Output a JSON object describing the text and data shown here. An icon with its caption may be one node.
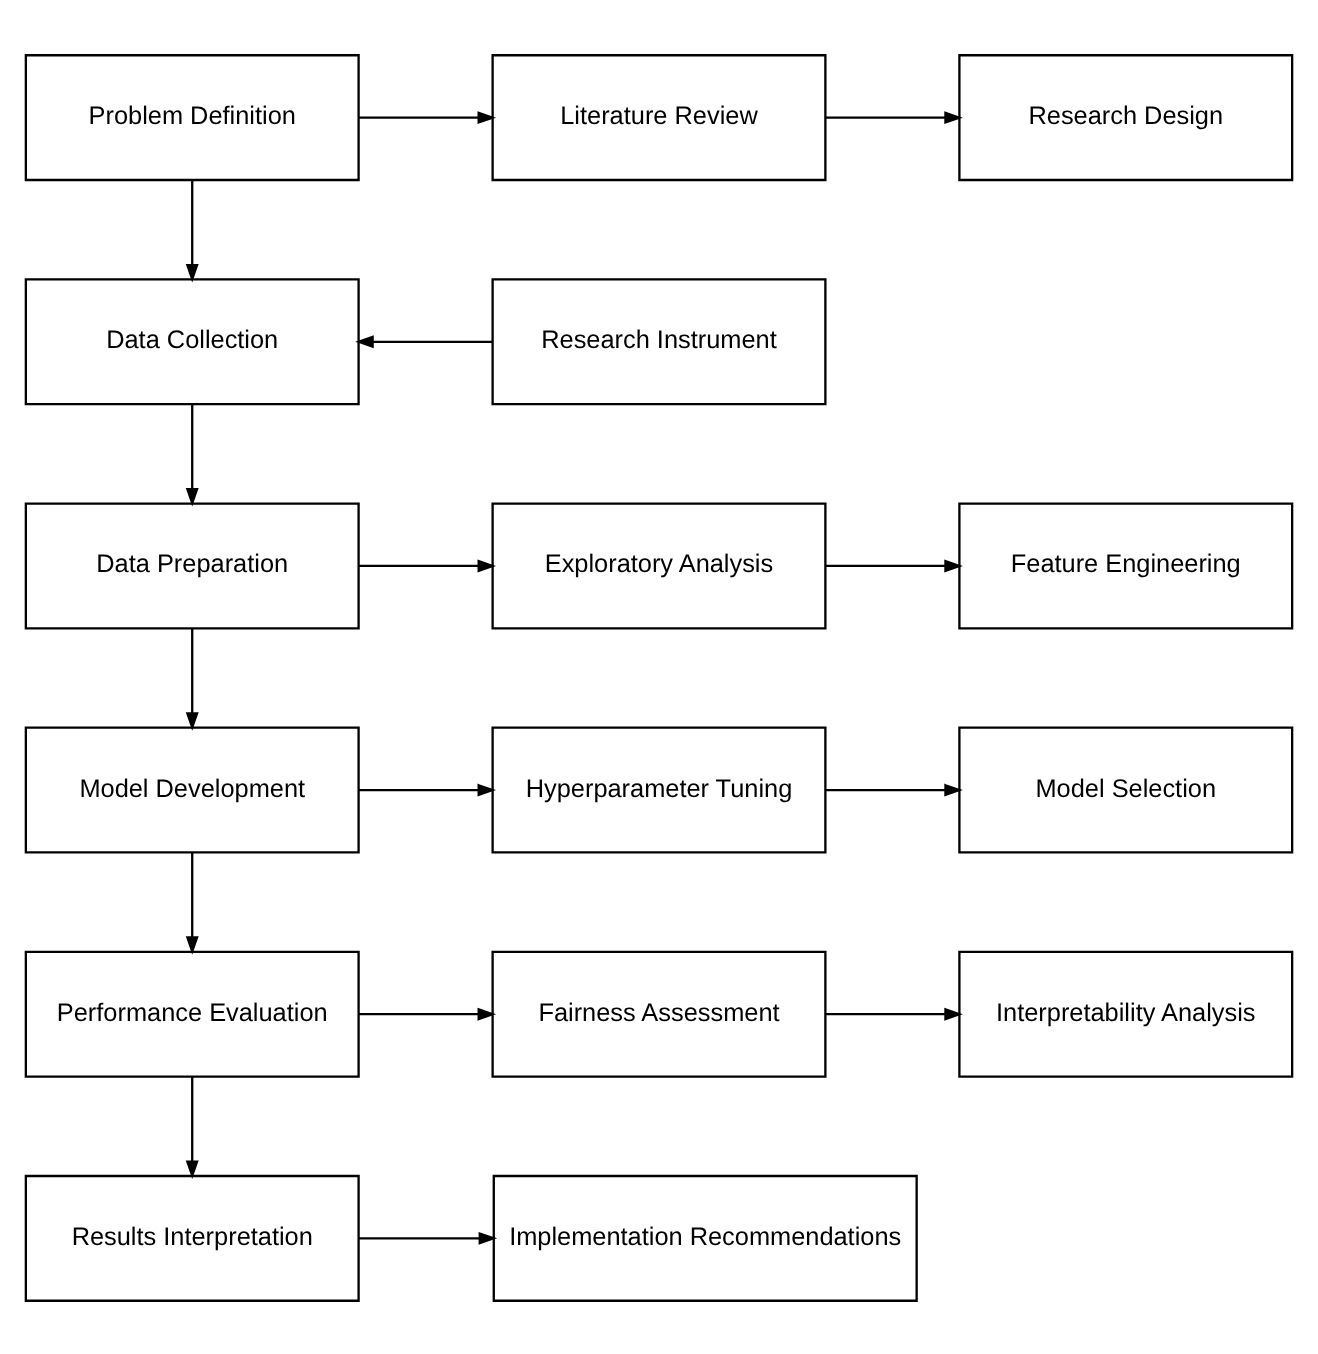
{
  "diagram": {
    "nodes": [
      {
        "text": [
          "Problem Definition"
        ]
      },
      {
        "text": [
          "Literature Review"
        ]
      },
      {
        "text": [
          "Research Design"
        ]
      },
      {
        "text": [
          "Data Collection"
        ]
      },
      {
        "text": [
          "Research Instrument"
        ]
      },
      {
        "text": [
          "Data Preparation"
        ]
      },
      {
        "text": [
          "Exploratory Analysis"
        ]
      },
      {
        "text": [
          "Feature Engineering"
        ]
      },
      {
        "text": [
          "Model Development"
        ]
      },
      {
        "text": [
          "Hyperparameter Tuning"
        ]
      },
      {
        "text": [
          "Model Selection"
        ]
      },
      {
        "text": [
          "Performance Evaluation"
        ]
      },
      {
        "text": [
          "Fairness Assessment"
        ]
      },
      {
        "text": [
          "Interpretability Analysis"
        ]
      },
      {
        "text": [
          "Results Interpretation"
        ]
      },
      {
        "text": [
          "Implementation Recommendations"
        ]
      }
    ],
    "edges": [
      {
        "from": 0,
        "to": 1,
        "arrow": "to"
      },
      {
        "from": 1,
        "to": 2,
        "arrow": "to"
      },
      {
        "from": 0,
        "to": 3,
        "arrow": "to"
      },
      {
        "from": 4,
        "to": 3,
        "arrow": "to"
      },
      {
        "from": 3,
        "to": 5,
        "arrow": "to"
      },
      {
        "from": 5,
        "to": 6,
        "arrow": "to"
      },
      {
        "from": 6,
        "to": 7,
        "arrow": "to"
      },
      {
        "from": 5,
        "to": 8,
        "arrow": "to"
      },
      {
        "from": 8,
        "to": 9,
        "arrow": "to"
      },
      {
        "from": 9,
        "to": 10,
        "arrow": "to"
      },
      {
        "from": 8,
        "to": 11,
        "arrow": "to"
      },
      {
        "from": 11,
        "to": 12,
        "arrow": "to"
      },
      {
        "from": 12,
        "to": 13,
        "arrow": "to"
      },
      {
        "from": 11,
        "to": 14,
        "arrow": "to"
      },
      {
        "from": 14,
        "to": 15,
        "arrow": "to"
      }
    ]
  }
}
